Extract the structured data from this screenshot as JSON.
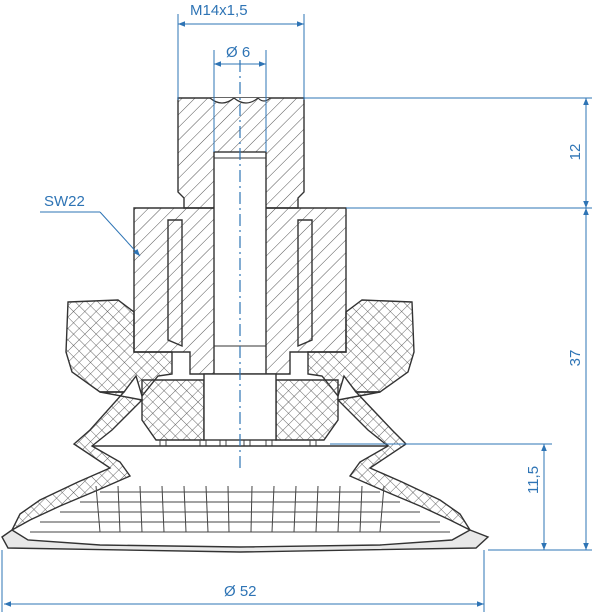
{
  "dimensions": {
    "thread": "M14x1,5",
    "bore": "Ø 6",
    "wrench": "SW22",
    "height_top": "12",
    "height_body": "37",
    "height_bellows": "11,5",
    "outer_diameter": "Ø 52"
  },
  "colors": {
    "dimension": "#2e74b5",
    "outline": "#333333",
    "hatch": "#555555"
  }
}
